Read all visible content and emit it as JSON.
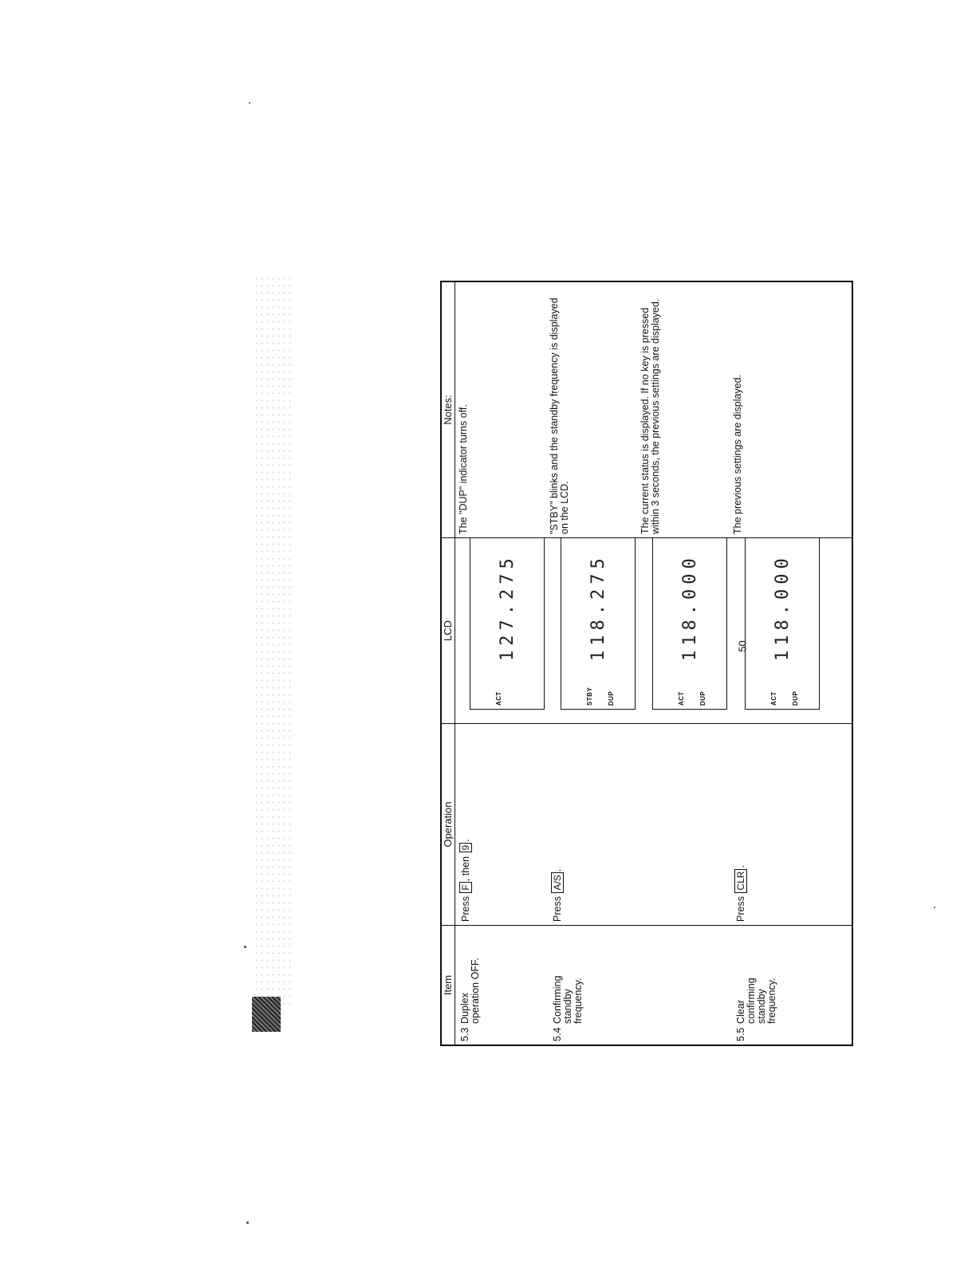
{
  "table": {
    "headers": {
      "item": "Item",
      "operation": "Operation",
      "lcd": "LCD",
      "notes": "Notes:"
    },
    "rows": [
      {
        "num": "5.3",
        "item": "Duplex\noperation OFF.",
        "op_press": "Press",
        "op_key1": "F",
        "op_then": ", then",
        "op_key2": "9",
        "op_end": ".",
        "lcd_top": "ACT",
        "lcd_bot": "",
        "lcd_freq": "127.275",
        "notes": "The \"DUP\" indicator turns off."
      },
      {
        "num": "5.4",
        "item": "Confirming\nstandby\nfrequency.",
        "op_press": "Press",
        "op_key1": "A/S",
        "op_then": "",
        "op_key2": "",
        "op_end": ".",
        "lcd_top": "STBY",
        "lcd_bot": "DUP",
        "lcd_freq": "118.275",
        "notes": "\"STBY\" blinks and the standby frequency is displayed on the LCD."
      },
      {
        "num": "",
        "item": "",
        "op_press": "",
        "op_key1": "",
        "op_then": "",
        "op_key2": "",
        "op_end": "",
        "lcd_top": "ACT",
        "lcd_bot": "DUP",
        "lcd_freq": "118.000",
        "notes": "The current status is displayed.  If no key is pressed within 3 seconds, the previous settings are displayed."
      },
      {
        "num": "5.5",
        "item": "Clear\nconfirming\nstandby\nfrequency.",
        "op_press": "Press",
        "op_key1": "CLR",
        "op_then": "",
        "op_key2": "",
        "op_end": ".",
        "lcd_top": "ACT",
        "lcd_bot": "DUP",
        "lcd_freq": "118.000",
        "notes": "The previous settings are displayed."
      }
    ]
  },
  "page_number": "50"
}
